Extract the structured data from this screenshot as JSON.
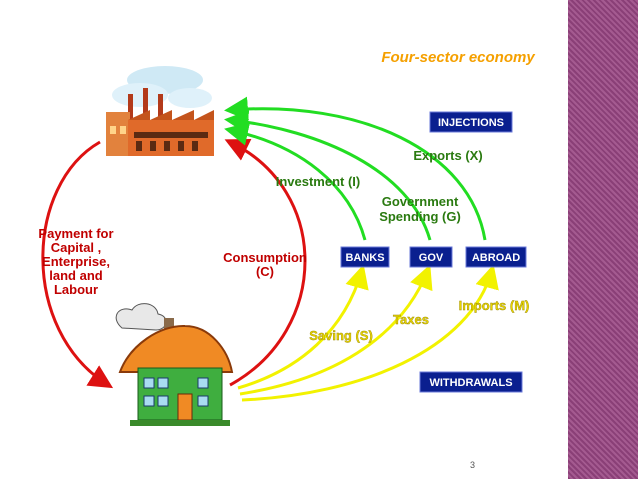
{
  "title": "Four-sector economy",
  "labels": {
    "injections": "INJECTIONS",
    "withdrawals": "WITHDRAWALS",
    "exports": "Exports (X)",
    "investment": "Investment (I)",
    "government_line1": "Government",
    "government_line2": "Spending (G)",
    "payment_line1": "Payment for",
    "payment_line2": "Capital ,",
    "payment_line3": "Enterprise,",
    "payment_line4": "land and",
    "payment_line5": "Labour",
    "consumption_line1": "Consumption",
    "consumption_line2": "(C)",
    "saving": "Saving (S)",
    "taxes": "Taxes",
    "imports": "Imports (M)"
  },
  "boxes": {
    "banks": "BANKS",
    "gov": "GOV",
    "abroad": "ABROAD"
  },
  "page_number": "3",
  "colors": {
    "title": "#f5a000",
    "label_green": "#2a7a10",
    "label_red": "#c00000",
    "label_yellow": "#e8d400",
    "box_blue": "#0a1f8f",
    "arrow_green": "#22dd22",
    "arrow_red": "#dd1111",
    "arrow_yellow": "#f2f200",
    "sidebar": "#8a3f77"
  }
}
